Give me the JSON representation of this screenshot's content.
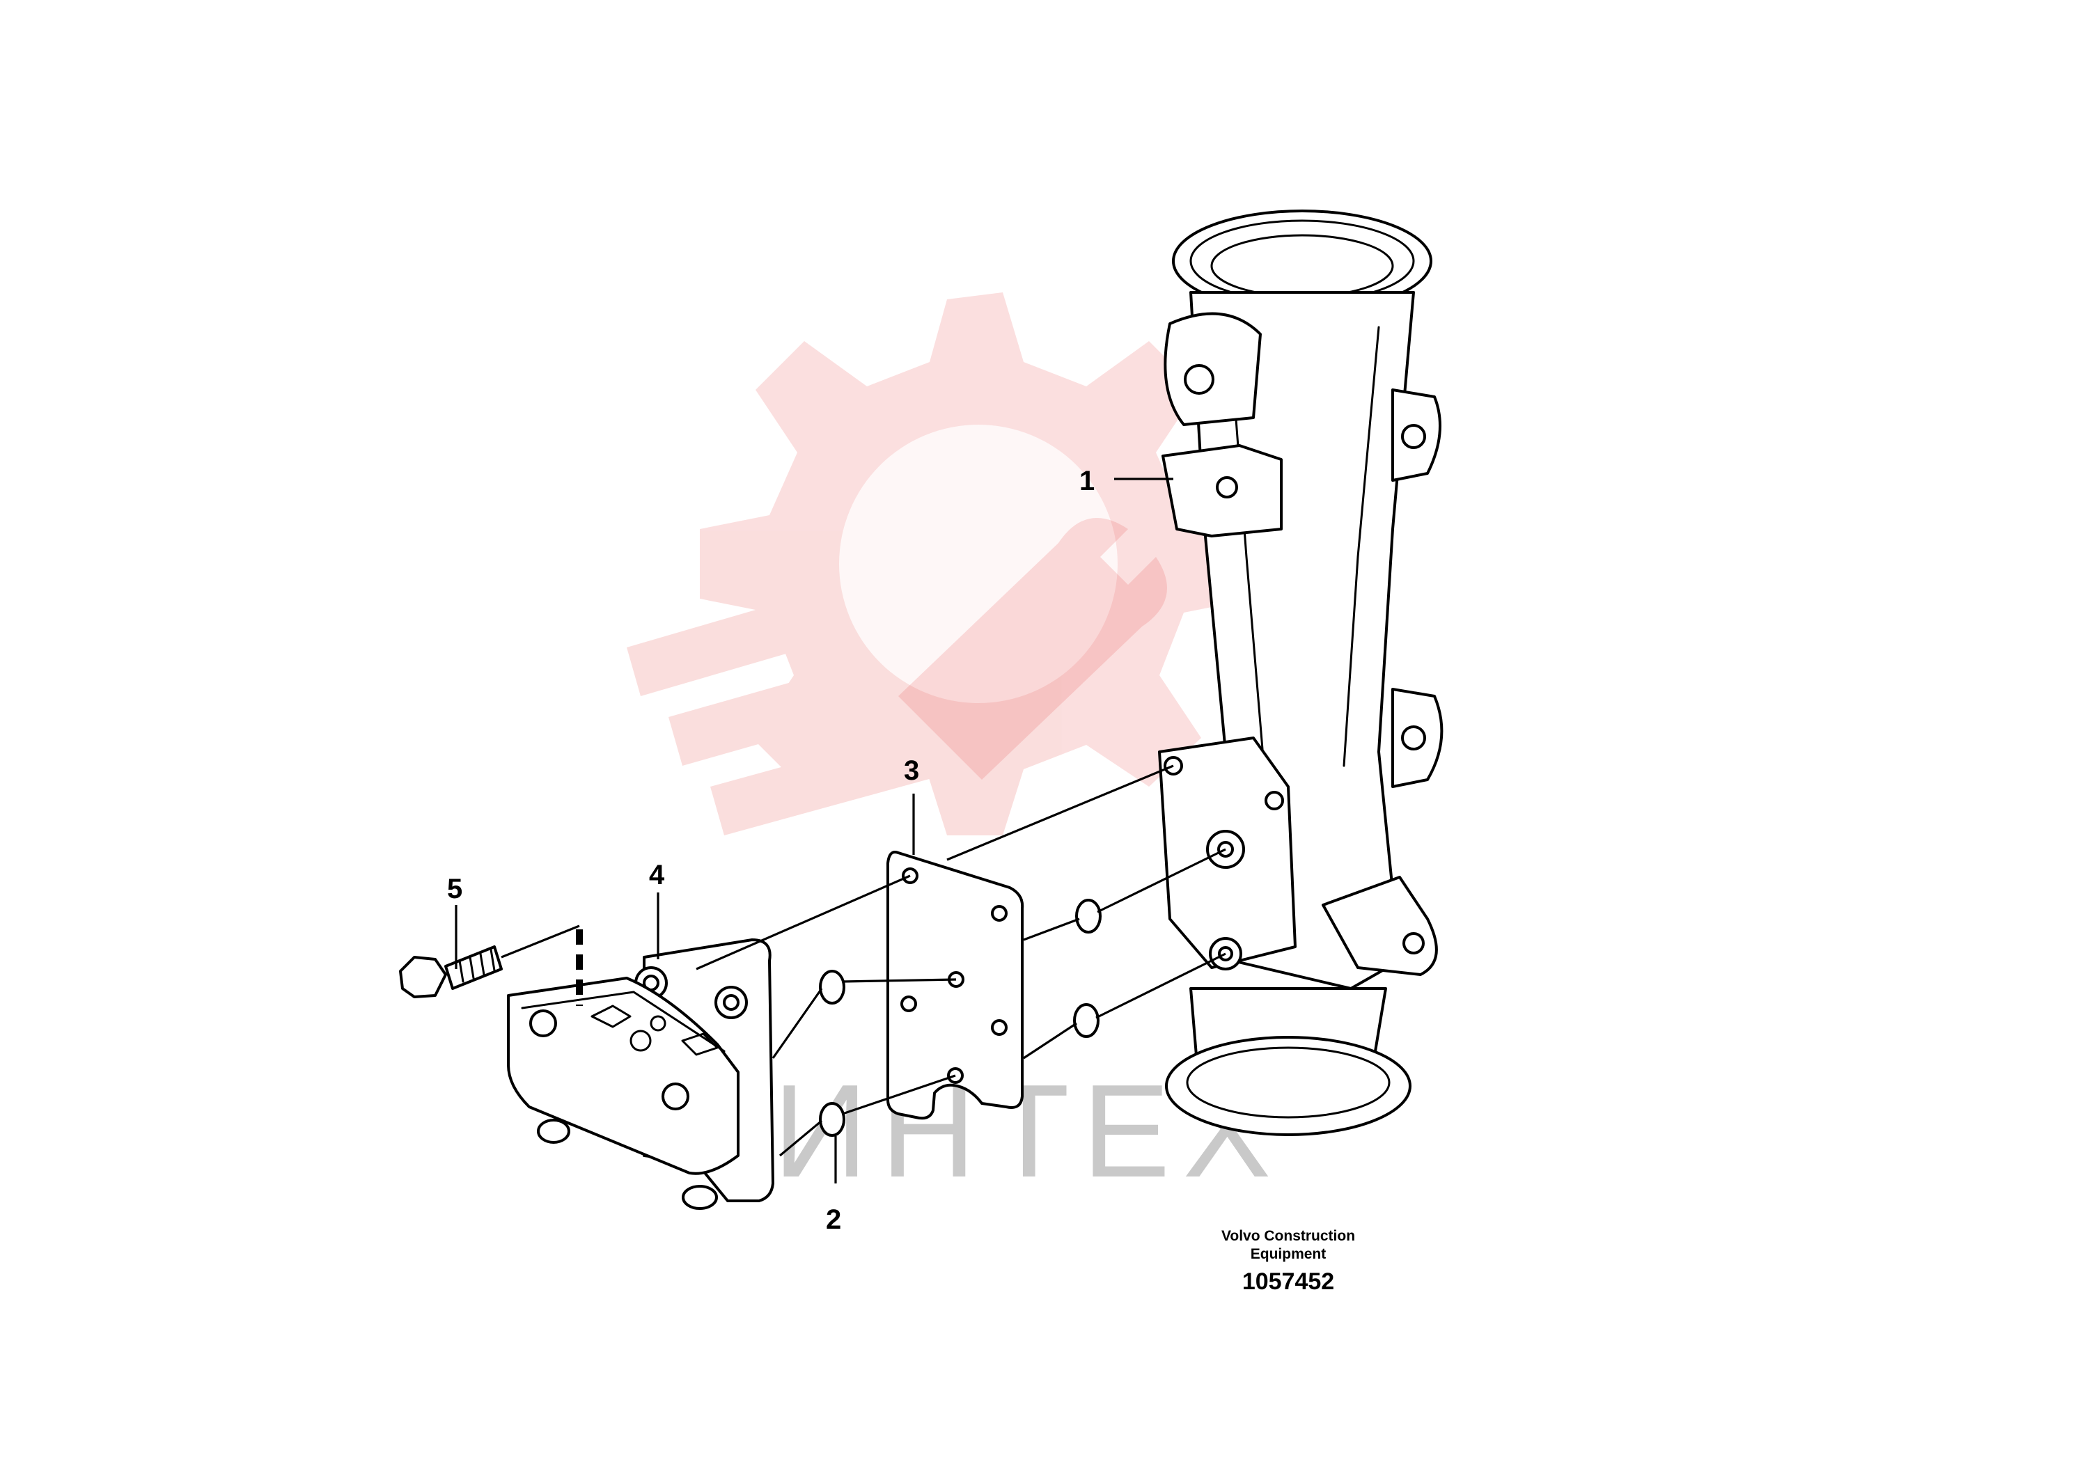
{
  "diagram": {
    "callouts": [
      {
        "id": "1",
        "label": "1"
      },
      {
        "id": "2",
        "label": "2"
      },
      {
        "id": "3",
        "label": "3"
      },
      {
        "id": "4",
        "label": "4"
      },
      {
        "id": "5",
        "label": "5"
      }
    ],
    "caption": {
      "line1": "Volvo Construction",
      "line2": "Equipment",
      "number": "1057452"
    },
    "watermark": {
      "text": "ИНТЕХ",
      "color": "#e53935"
    }
  }
}
